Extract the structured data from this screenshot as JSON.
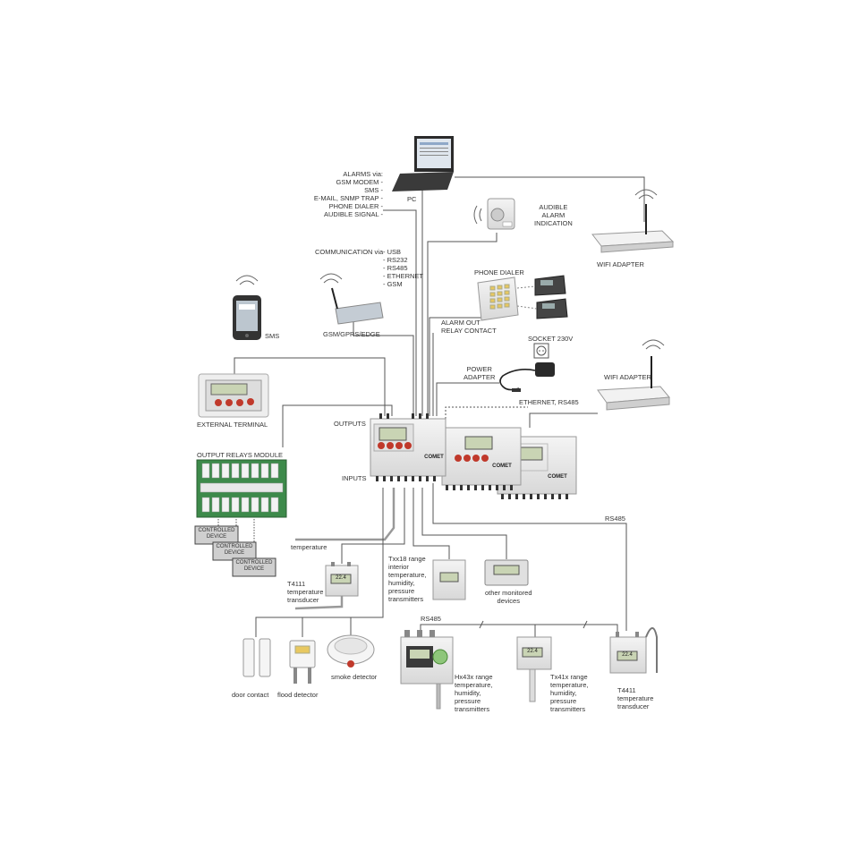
{
  "labels": {
    "alarms": [
      "ALARMS via:",
      "GSM MODEM -",
      "SMS -",
      "E-MAIL, SNMP TRAP -",
      "PHONE DIALER -",
      "AUDIBLE SIGNAL -"
    ],
    "pc": "PC",
    "audible": [
      "AUDIBLE",
      "ALARM",
      "INDICATION"
    ],
    "wifi_top": "WIFI ADAPTER",
    "communication": [
      "COMMUNICATION via",
      "- USB",
      "- RS232",
      "- RS485",
      "- ETHERNET",
      "- GSM"
    ],
    "phone_dialer": "PHONE DIALER",
    "sms": "SMS",
    "gsm_modem": "GSM/GPRS/EDGE",
    "alarm_out": [
      "ALARM OUT",
      "RELAY CONTACT"
    ],
    "socket": "SOCKET 230V",
    "power_adapter": [
      "POWER",
      "ADAPTER"
    ],
    "wifi_mid": "WIFI ADAPTER",
    "ethernet": "ETHERNET, RS485",
    "external_terminal": "EXTERNAL TERMINAL",
    "outputs": "OUTPUTS",
    "inputs": "INPUTS",
    "output_relays": "OUTPUT RELAYS MODULE",
    "controlled_device": [
      "CONTROLLED",
      "DEVICE"
    ],
    "rs485_right": "RS485",
    "temperature": "temperature",
    "txx18": [
      "Txx18 range",
      "interior",
      "temperature,",
      "humidity,",
      "pressure",
      "transmitters"
    ],
    "other_devices": [
      "other monitored",
      "devices"
    ],
    "t4111": [
      "T4111",
      "temperature",
      "transducer"
    ],
    "rs485_bottom": "RS485",
    "door_contact": "door contact",
    "flood_detector": "flood detector",
    "smoke_detector": "smoke detector",
    "hx43x": [
      "Hx43x range",
      "temperature,",
      "humidity,",
      "pressure",
      "transmitters"
    ],
    "tx41x": [
      "Tx41x range",
      "temperature,",
      "humidity,",
      "pressure",
      "transmitters"
    ],
    "t4411": [
      "T4411",
      "temperature",
      "transducer"
    ]
  },
  "device_text": {
    "brand": "COMET",
    "lcd_value": "22.4"
  },
  "colors": {
    "line": "#555555",
    "device_body": "#e8e8e8",
    "device_edge": "#9a9a9a",
    "lcd": "#c9d4b4",
    "button_red": "#c0392b",
    "pcb_green": "#3d8a4a",
    "relay_white": "#f3f3f3"
  }
}
